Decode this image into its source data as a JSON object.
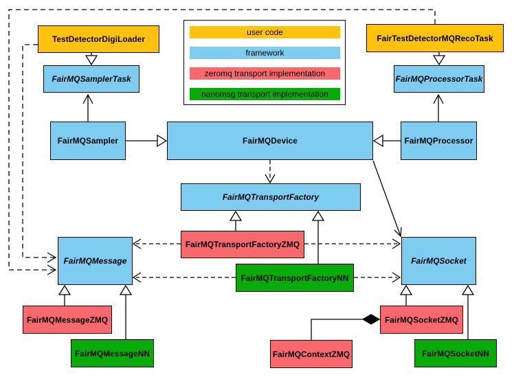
{
  "colors": {
    "user_code": "#FFC20E",
    "framework": "#7ECDF1",
    "zeromq": "#F7696C",
    "nanomsg": "#08AC08",
    "line": "#000000"
  },
  "legend": {
    "items": [
      {
        "label": "user code",
        "color": "#FFC20E"
      },
      {
        "label": "framework",
        "color": "#7ECDF1"
      },
      {
        "label": "zeromq transport implementation",
        "color": "#F7696C"
      },
      {
        "label": "nanomsg transport implementation",
        "color": "#08AC08"
      }
    ]
  },
  "nodes": {
    "testDetectorDigiLoader": {
      "label": "TestDetectorDigiLoader",
      "category": "user code",
      "abstract": false
    },
    "fairTestDetectorMQRecoTask": {
      "label": "FairTestDetectorMQRecoTask",
      "category": "user code",
      "abstract": false
    },
    "fairMQSamplerTask": {
      "label": "FairMQSamplerTask",
      "category": "framework",
      "abstract": true
    },
    "fairMQProcessorTask": {
      "label": "FairMQProcessorTask",
      "category": "framework",
      "abstract": true
    },
    "fairMQSampler": {
      "label": "FairMQSampler",
      "category": "framework",
      "abstract": false
    },
    "fairMQDevice": {
      "label": "FairMQDevice",
      "category": "framework",
      "abstract": false
    },
    "fairMQProcessor": {
      "label": "FairMQProcessor",
      "category": "framework",
      "abstract": false
    },
    "fairMQTransportFactory": {
      "label": "FairMQTransportFactory",
      "category": "framework",
      "abstract": true
    },
    "fairMQTransportFactoryZMQ": {
      "label": "FairMQTransportFactoryZMQ",
      "category": "zeromq transport implementation",
      "abstract": false
    },
    "fairMQTransportFactoryNN": {
      "label": "FairMQTransportFactoryNN",
      "category": "nanomsg transport implementation",
      "abstract": false
    },
    "fairMQMessage": {
      "label": "FairMQMessage",
      "category": "framework",
      "abstract": true
    },
    "fairMQSocket": {
      "label": "FairMQSocket",
      "category": "framework",
      "abstract": true
    },
    "fairMQMessageZMQ": {
      "label": "FairMQMessageZMQ",
      "category": "zeromq transport implementation",
      "abstract": false
    },
    "fairMQMessageNN": {
      "label": "FairMQMessageNN",
      "category": "nanomsg transport implementation",
      "abstract": false
    },
    "fairMQSocketZMQ": {
      "label": "FairMQSocketZMQ",
      "category": "zeromq transport implementation",
      "abstract": false
    },
    "fairMQSocketNN": {
      "label": "FairMQSocketNN",
      "category": "nanomsg transport implementation",
      "abstract": false
    },
    "fairMQContextZMQ": {
      "label": "FairMQContextZMQ",
      "category": "zeromq transport implementation",
      "abstract": false
    }
  },
  "edges": [
    {
      "from": "TestDetectorDigiLoader",
      "to": "FairMQSamplerTask",
      "type": "inheritance",
      "style": "solid"
    },
    {
      "from": "FairTestDetectorMQRecoTask",
      "to": "FairMQProcessorTask",
      "type": "inheritance",
      "style": "solid"
    },
    {
      "from": "FairMQSampler",
      "to": "FairMQSamplerTask",
      "type": "association",
      "style": "solid"
    },
    {
      "from": "FairMQProcessor",
      "to": "FairMQProcessorTask",
      "type": "association",
      "style": "solid"
    },
    {
      "from": "FairMQSampler",
      "to": "FairMQDevice",
      "type": "inheritance",
      "style": "solid"
    },
    {
      "from": "FairMQProcessor",
      "to": "FairMQDevice",
      "type": "inheritance",
      "style": "solid"
    },
    {
      "from": "FairMQDevice",
      "to": "FairMQTransportFactory",
      "type": "dependency",
      "style": "dashed"
    },
    {
      "from": "FairMQDevice",
      "to": "FairMQSocket",
      "type": "association",
      "style": "solid"
    },
    {
      "from": "FairMQTransportFactoryZMQ",
      "to": "FairMQTransportFactory",
      "type": "inheritance",
      "style": "solid"
    },
    {
      "from": "FairMQTransportFactoryNN",
      "to": "FairMQTransportFactory",
      "type": "inheritance",
      "style": "solid"
    },
    {
      "from": "FairMQTransportFactoryZMQ",
      "to": "FairMQMessage",
      "type": "dependency",
      "style": "dashed"
    },
    {
      "from": "FairMQTransportFactoryZMQ",
      "to": "FairMQSocket",
      "type": "dependency",
      "style": "dashed"
    },
    {
      "from": "FairMQTransportFactoryNN",
      "to": "FairMQMessage",
      "type": "dependency",
      "style": "dashed"
    },
    {
      "from": "FairMQTransportFactoryNN",
      "to": "FairMQSocket",
      "type": "dependency",
      "style": "dashed"
    },
    {
      "from": "TestDetectorDigiLoader",
      "to": "FairMQMessage",
      "type": "dependency",
      "style": "dashed"
    },
    {
      "from": "FairTestDetectorMQRecoTask",
      "to": "FairMQMessage",
      "type": "dependency",
      "style": "dashed"
    },
    {
      "from": "FairMQMessageZMQ",
      "to": "FairMQMessage",
      "type": "inheritance",
      "style": "solid"
    },
    {
      "from": "FairMQMessageNN",
      "to": "FairMQMessage",
      "type": "inheritance",
      "style": "solid"
    },
    {
      "from": "FairMQSocketZMQ",
      "to": "FairMQSocket",
      "type": "inheritance",
      "style": "solid"
    },
    {
      "from": "FairMQSocketNN",
      "to": "FairMQSocket",
      "type": "inheritance",
      "style": "solid"
    },
    {
      "from": "FairMQContextZMQ",
      "to": "FairMQSocketZMQ",
      "type": "composition",
      "style": "solid"
    }
  ]
}
